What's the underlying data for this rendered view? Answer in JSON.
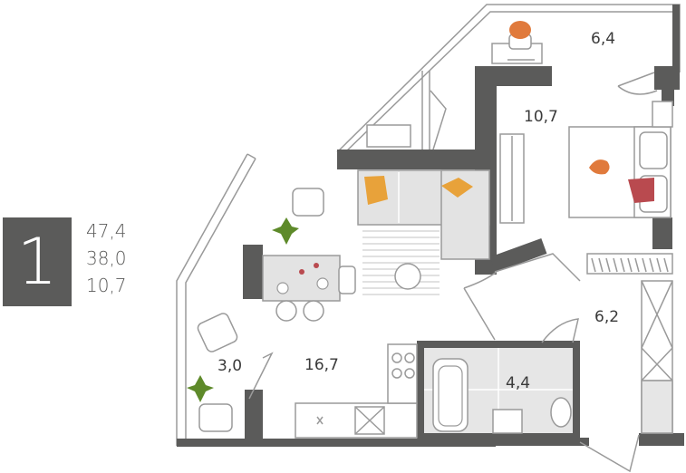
{
  "apartment": {
    "rooms_label": "1",
    "total_area": "47,4",
    "living_area": "38,0",
    "kitchen_area": "10,7"
  },
  "rooms": {
    "workspace": "6,4",
    "bedroom": "10,7",
    "hallway": "6,2",
    "bathroom": "4,4",
    "balcony": "3,0",
    "kitchen_living": "16,7"
  },
  "colors": {
    "wall": "#5b5b5a",
    "furniture_line": "#9a9a9a",
    "sofa": "#e3e3e3",
    "tile": "#e6e6e6",
    "accent_orange": "#e8a23a",
    "accent_red": "#b94a4f",
    "chair_orange": "#e07a3c",
    "plant_green": "#5e8a2a"
  }
}
